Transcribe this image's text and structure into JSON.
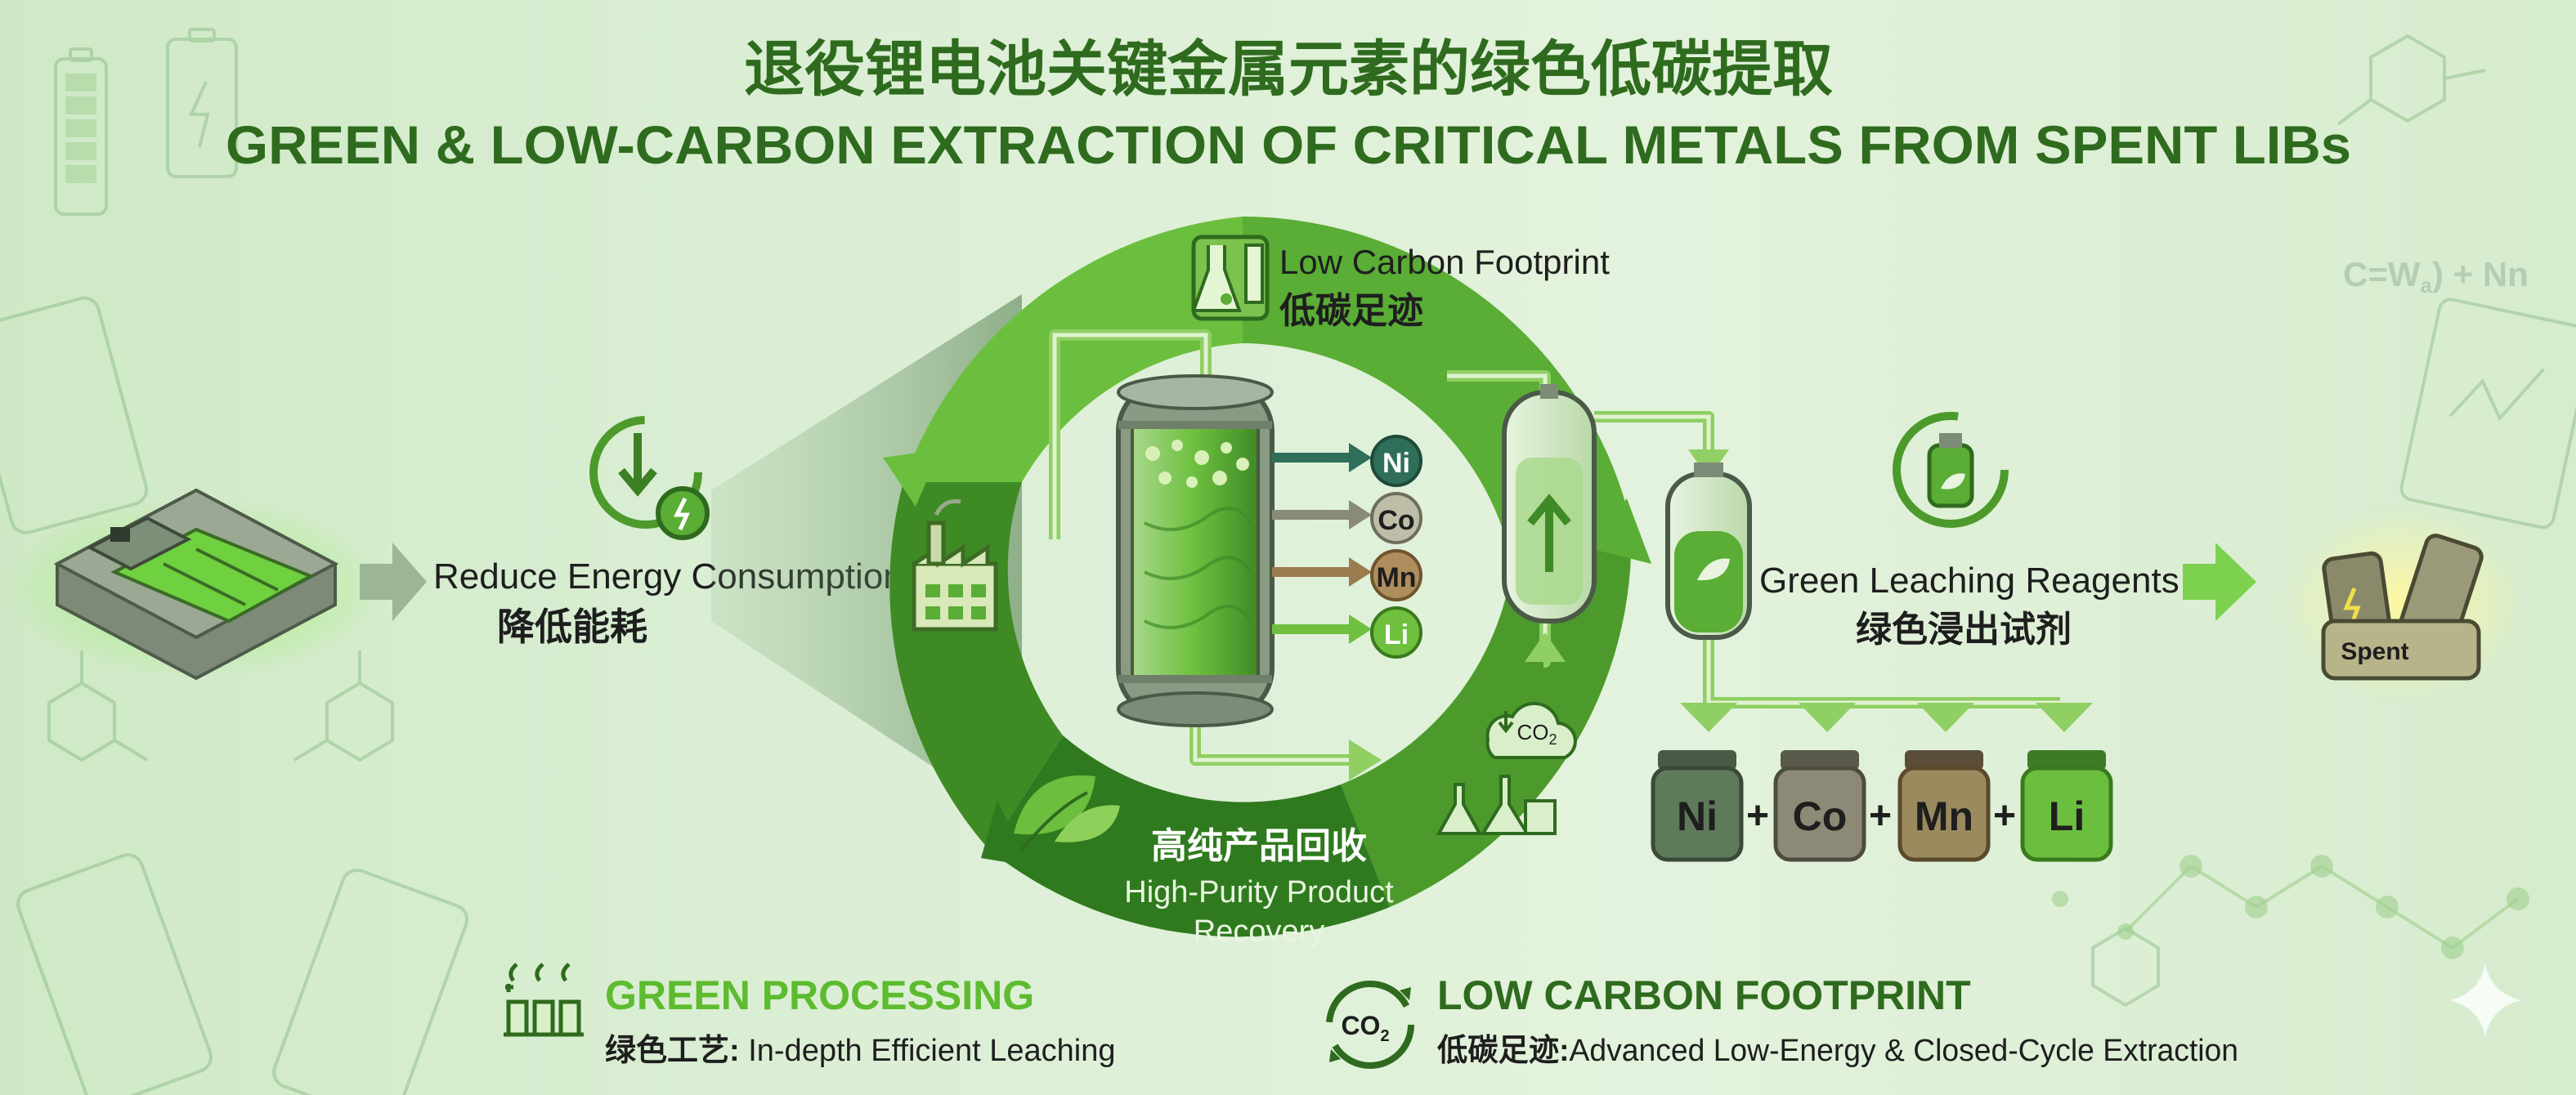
{
  "title": {
    "zh": "退役锂电池关键金属元素的绿色低碳提取",
    "en": "GREEN & LOW-CARBON EXTRACTION OF CRITICAL METALS FROM SPENT LIBs"
  },
  "labels": {
    "low_carbon_footprint_en": "Low Carbon Footprint",
    "low_carbon_footprint_zh": "低碳足迹",
    "reduce_energy_en": "Reduce Energy Consumption",
    "reduce_energy_zh": "降低能耗",
    "green_leaching_en": "Green Leaching Reagents",
    "green_leaching_zh": "绿色浸出试剂",
    "high_purity_zh": "高纯产品回收",
    "high_purity_en_line1": "High-Purity Product",
    "high_purity_en_line2": "Recovery",
    "spent": "Spent",
    "co2": "CO",
    "co2_sub": "2",
    "formula": "C=W",
    "formula_sub": "a",
    "formula_tail": ") + Nn"
  },
  "metals": {
    "reactor_outputs": [
      "Ni",
      "Co",
      "Mn",
      "Li"
    ],
    "jars": [
      "Ni",
      "Co",
      "Mn",
      "Li"
    ],
    "plus": "+"
  },
  "footer": {
    "green_processing_title": "GREEN PROCESSING",
    "green_processing_zh": "绿色工艺:",
    "green_processing_desc": " In-depth Efficient Leaching",
    "low_carbon_title": "LOW CARBON FOOTPRINT",
    "low_carbon_zh": "低碳足迹:",
    "low_carbon_desc": "Advanced Low-Energy & Closed-Cycle Extraction"
  },
  "colors": {
    "title_green": "#2f6b1e",
    "ring_light": "#7cc24e",
    "ring_dark": "#3f8a26",
    "accent": "#5dbb2f",
    "text_dark": "#1e1e1e",
    "metal_ni": "#2f6f5a",
    "metal_co": "#9a9a84",
    "metal_mn": "#9a7c4e",
    "metal_li": "#6fc03e"
  }
}
